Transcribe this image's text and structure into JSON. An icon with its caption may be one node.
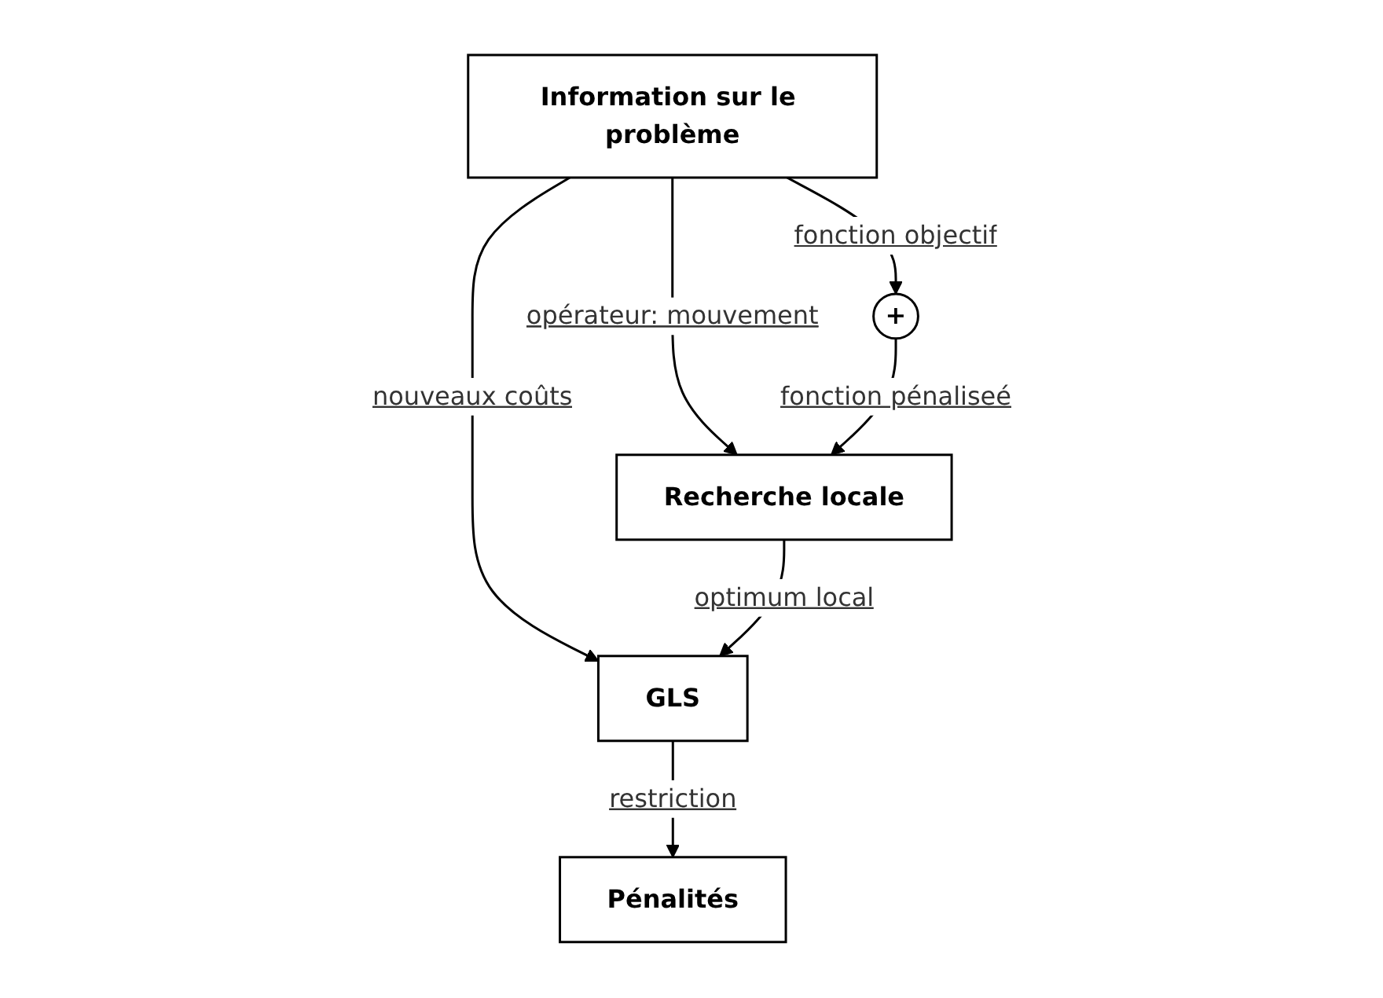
{
  "diagram": {
    "nodes": [
      {
        "text": [
          "GLS"
        ]
      },
      {
        "text": [
          "Information sur le problème"
        ]
      },
      {
        "text": [
          "Recherche locale"
        ]
      },
      {
        "text": [
          "Pénalités"
        ]
      },
      {
        "text": [
          "+"
        ]
      }
    ],
    "edges": [
      {
        "from": 1,
        "to": 0,
        "arrow": "to",
        "label": "nouveaux coûts"
      },
      {
        "from": 2,
        "to": 0,
        "arrow": "to",
        "label": "optimum local"
      },
      {
        "from": 0,
        "to": 3,
        "arrow": "to",
        "label": "restriction"
      },
      {
        "from": 1,
        "to": 2,
        "arrow": "to",
        "label": "opérateur: mouvement"
      },
      {
        "from": 1,
        "to": 4,
        "arrow": "to",
        "label": "fonction objectif"
      },
      {
        "from": 4,
        "to": 2,
        "arrow": "to",
        "label": "fonction pénaliseé"
      }
    ]
  }
}
